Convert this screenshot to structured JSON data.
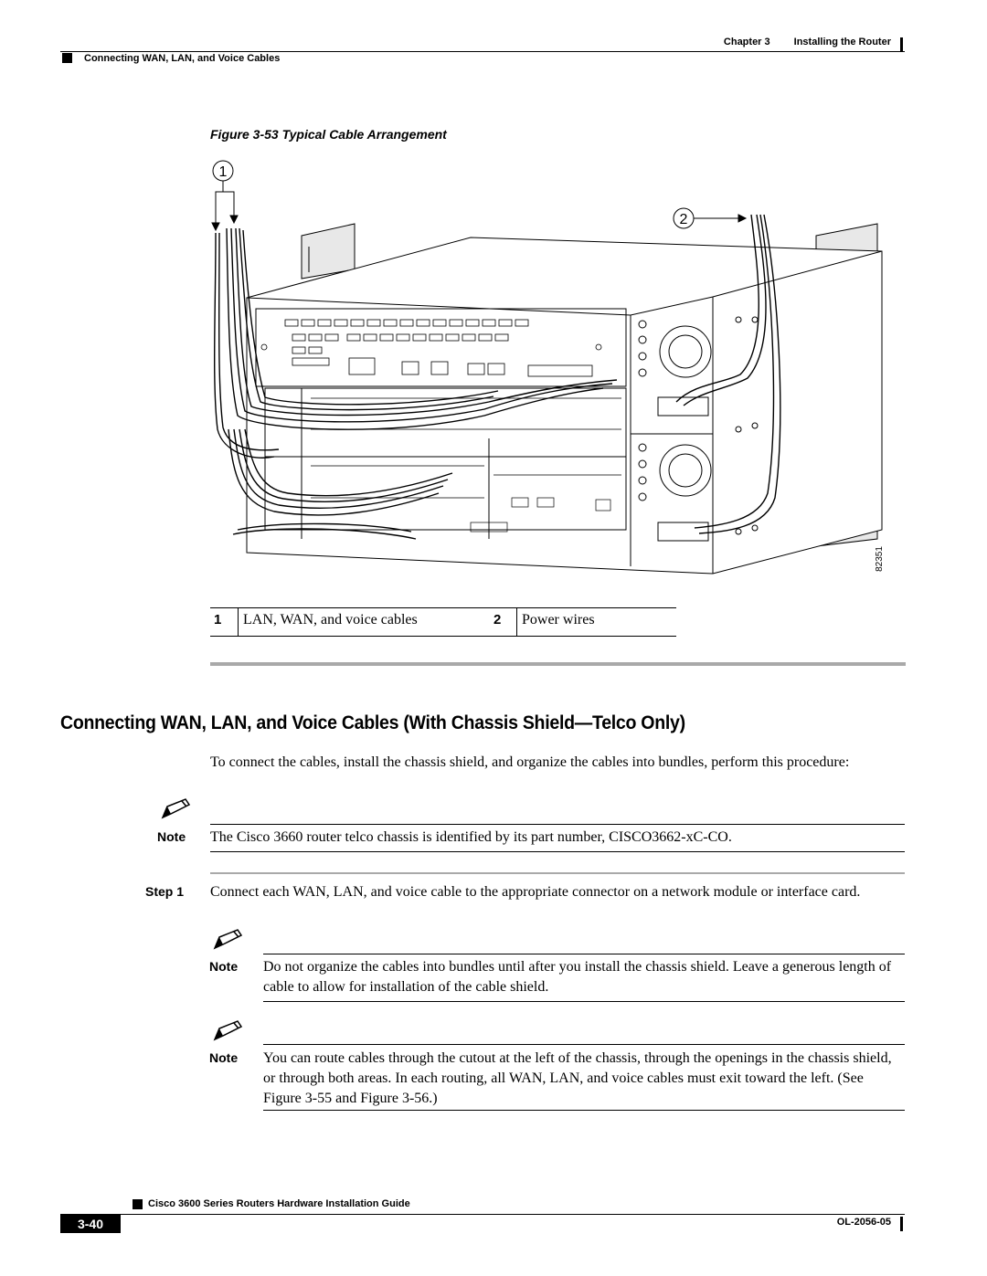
{
  "header": {
    "chapter": "Chapter 3",
    "chapter_title": "Installing the Router",
    "section": "Connecting WAN, LAN, and Voice Cables"
  },
  "figure": {
    "caption": "Figure 3-53   Typical Cable Arrangement",
    "callout_1": "1",
    "callout_2": "2",
    "art_id": "82351"
  },
  "legend": [
    {
      "num": "1",
      "text": "LAN, WAN, and voice cables"
    },
    {
      "num": "2",
      "text": "Power wires"
    }
  ],
  "section_title": "Connecting WAN, LAN, and Voice Cables (With Chassis Shield—Telco Only)",
  "intro": "To connect the cables, install the chassis shield, and organize the cables into bundles, perform this procedure:",
  "note1": {
    "label": "Note",
    "text": "The Cisco 3660 router telco chassis is identified by its part number, CISCO3662-xC-CO."
  },
  "step1": {
    "label": "Step 1",
    "text": "Connect each WAN, LAN, and voice cable to the appropriate connector on a network module or interface card."
  },
  "note2": {
    "label": "Note",
    "text": "Do not organize the cables into bundles until after you install the chassis shield. Leave a generous length of cable to allow for installation of the cable shield."
  },
  "note3": {
    "label": "Note",
    "text": "You can route cables through the cutout at the left of the chassis, through the openings in the chassis shield, or through both areas. In each routing, all WAN, LAN, and voice cables must exit toward the left. (See Figure 3-55 and Figure 3-56.)"
  },
  "footer": {
    "guide_title": "Cisco 3600 Series Routers Hardware Installation Guide",
    "page": "3-40",
    "doc_number": "OL-2056-05"
  }
}
